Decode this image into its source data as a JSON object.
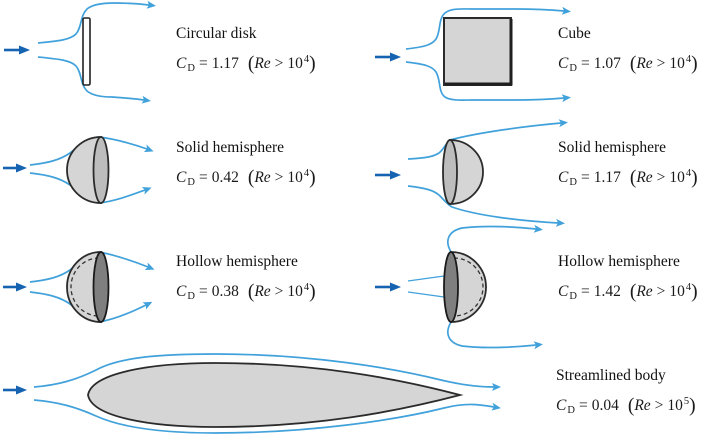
{
  "colors": {
    "streamline": "#41a1db",
    "flow_arrow": "#1663b2",
    "body_fill": "#d5d5d5",
    "body_outline": "#2b2b2b",
    "disk_fill": "#ffffff",
    "solid_face_fill": "#bdbdbd",
    "hollow_face_fill": "#7f7f7f",
    "text": "#1a1a1a"
  },
  "symbols": {
    "cd_base": "C",
    "cd_subscript": "D",
    "equals": "=",
    "open_paren": "(",
    "reynolds": "Re",
    "greater_than": ">",
    "ten": "10",
    "close_paren": ")"
  },
  "panels": [
    {
      "id": "circular-disk",
      "title": "Circular disk",
      "cd_value": "1.17",
      "re_exponent": "4"
    },
    {
      "id": "cube",
      "title": "Cube",
      "cd_value": "1.07",
      "re_exponent": "4"
    },
    {
      "id": "solid-hemisphere-curved-upstream",
      "title": "Solid hemisphere",
      "cd_value": "0.42",
      "re_exponent": "4"
    },
    {
      "id": "solid-hemisphere-flat-upstream",
      "title": "Solid hemisphere",
      "cd_value": "1.17",
      "re_exponent": "4"
    },
    {
      "id": "hollow-hemisphere-curved-upstream",
      "title": "Hollow hemisphere",
      "cd_value": "0.38",
      "re_exponent": "4"
    },
    {
      "id": "hollow-hemisphere-open-upstream",
      "title": "Hollow hemisphere",
      "cd_value": "1.42",
      "re_exponent": "4"
    },
    {
      "id": "streamlined-body",
      "title": "Streamlined body",
      "cd_value": "0.04",
      "re_exponent": "5"
    }
  ]
}
